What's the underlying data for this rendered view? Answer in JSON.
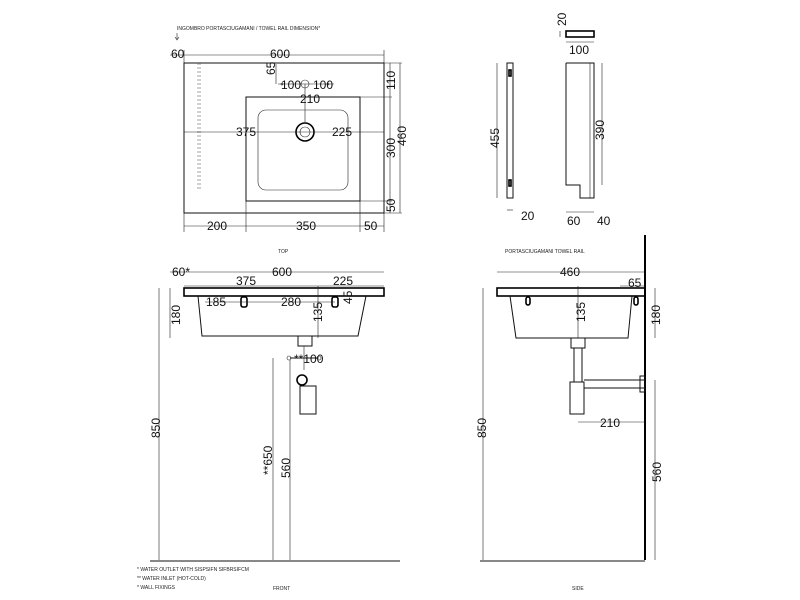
{
  "labels": {
    "header": "INGOMBRO PORTASCIUGAMANI / TOWEL RAIL DIMENSION*",
    "top": "TOP",
    "towel_rail": "PORTASCIUGAMANI TOWEL RAIL",
    "front": "FRONT",
    "side": "SIDE"
  },
  "notes": [
    "* WATER OUTLET WITH SISPSIFN SIFBRSIFCM",
    "** WATER INLET (HOT-COLD)",
    "* WALL FIXINGS"
  ],
  "top_dims": {
    "left_overhang": "60",
    "width": "600",
    "tap_offset": "65",
    "tap_left": "100",
    "tap_right": "100",
    "drain_from_top": "210",
    "right_top": "110",
    "bowl_left": "375",
    "bowl_right": "225",
    "bowl_depth": "300",
    "depth": "460",
    "bottom_right": "50",
    "bottom_left_seg": "200",
    "bottom_mid_seg": "350",
    "bottom_right_seg": "50"
  },
  "rail_dims": {
    "top_height": "20",
    "top_width": "100",
    "left_height": "455",
    "bottom_left": "20",
    "right_height": "390",
    "bottom_a": "60",
    "bottom_b": "40"
  },
  "front_dims": {
    "left_overhang": "60*",
    "width": "600",
    "left_seg": "375",
    "right_seg": "225",
    "fix_left": "185",
    "fix_mid": "280",
    "drain_height": "135",
    "fix_height": "45",
    "basin_height": "180",
    "inlet_spacing": "**100",
    "total_height": "850",
    "inlet_height": "**650",
    "fix_wall_height": "560"
  },
  "side_dims": {
    "depth": "460",
    "tap_offset": "65",
    "drain_height": "135",
    "basin_height": "180",
    "trap_depth": "210",
    "total_height": "850",
    "fix_height": "560"
  }
}
